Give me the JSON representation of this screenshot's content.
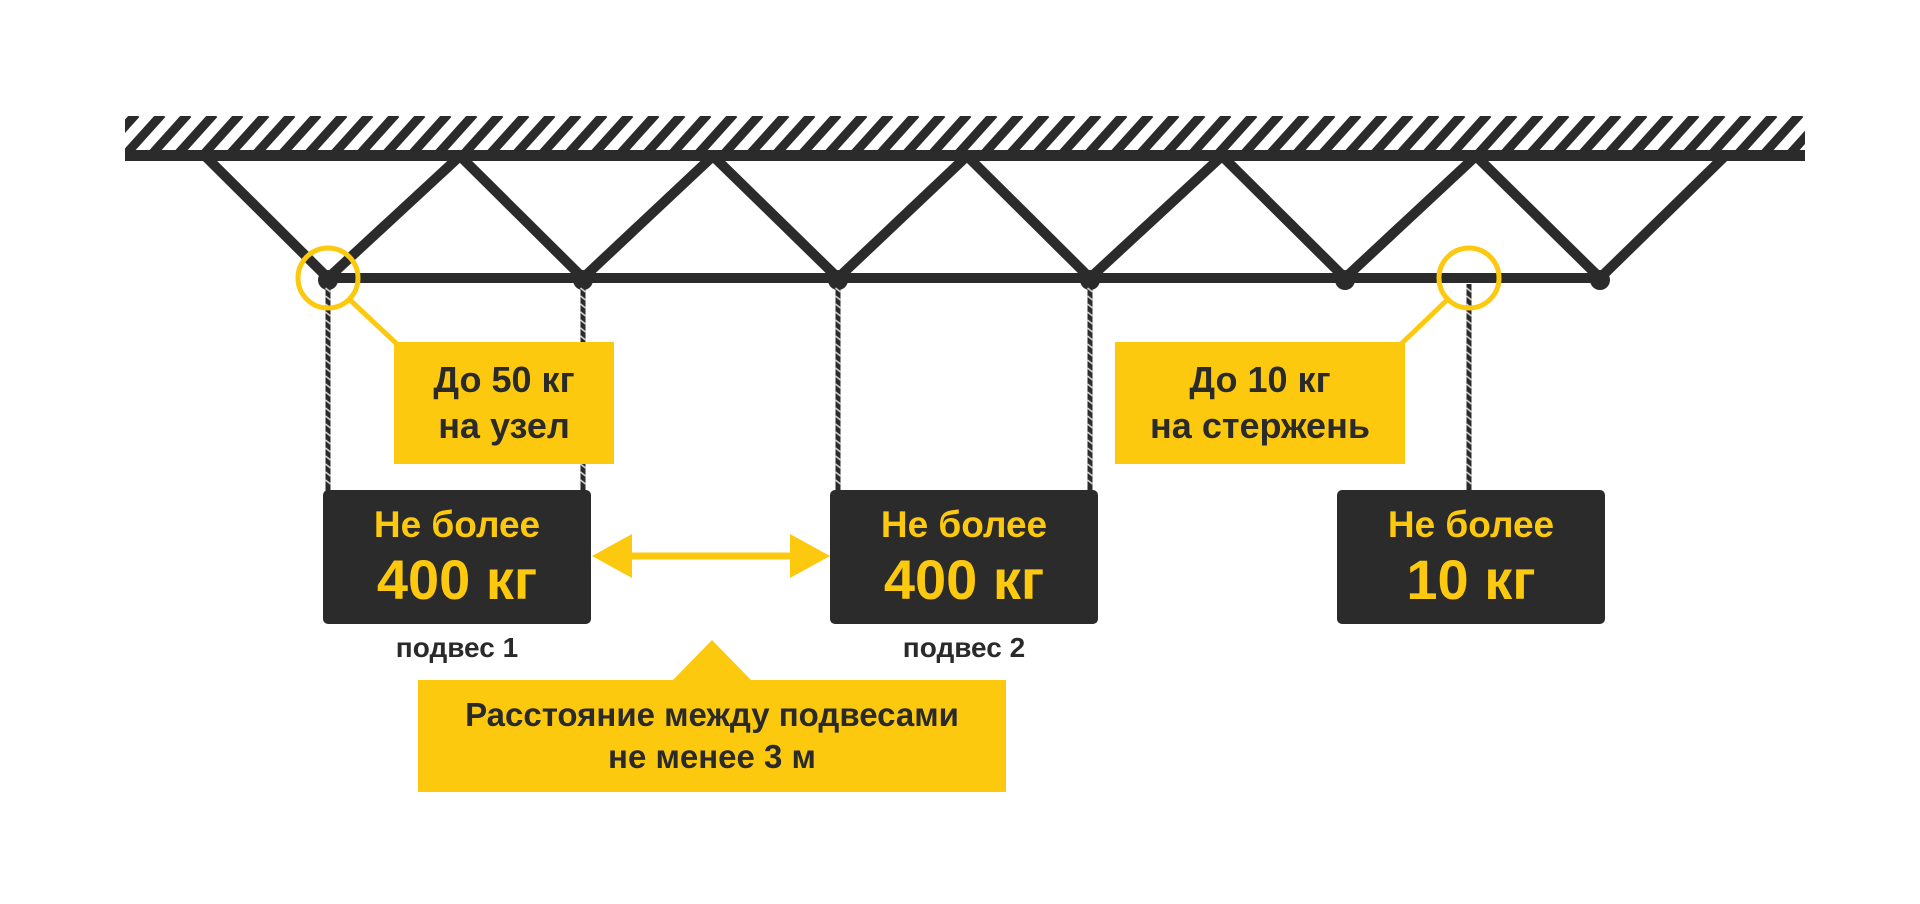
{
  "colors": {
    "accent": "#fdc90f",
    "dark": "#2b2b2b"
  },
  "callouts": {
    "node": {
      "line1": "До 50 кг",
      "line2": "на узел"
    },
    "rod": {
      "line1": "До 10 кг",
      "line2": "на стержень"
    },
    "distance": {
      "line1": "Расстояние между подвесами",
      "line2": "не менее 3 м"
    }
  },
  "loads": [
    {
      "line1": "Не более",
      "line2": "400 кг",
      "caption": "подвес 1"
    },
    {
      "line1": "Не более",
      "line2": "400 кг",
      "caption": "подвес 2"
    },
    {
      "line1": "Не более",
      "line2": "10 кг",
      "caption": ""
    }
  ]
}
